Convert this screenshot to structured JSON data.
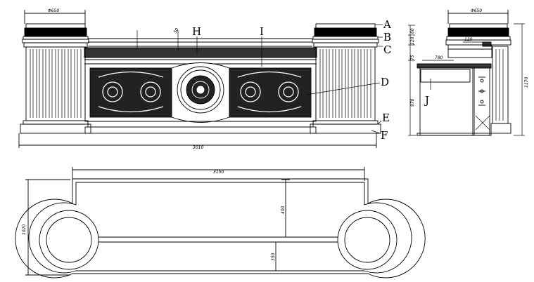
{
  "drawing": {
    "labels": {
      "A": "A",
      "B": "B",
      "C": "C",
      "D": "D",
      "E": "E",
      "F": "F",
      "H": "H",
      "I": "I",
      "J": "J"
    },
    "front_dims": {
      "cap_width_left": "Φ650",
      "total_width": "3010",
      "top_small": "50"
    },
    "side_dims": {
      "cap_width": "Φ650",
      "d60": "60",
      "d120_side": "120",
      "d75": "75",
      "d970": "970",
      "d780": "780",
      "d1170": "1170",
      "d120_top": "120"
    },
    "plan_dims": {
      "width": "3150",
      "depth": "1020",
      "inner_depth": "400",
      "front_depth": "350"
    }
  }
}
